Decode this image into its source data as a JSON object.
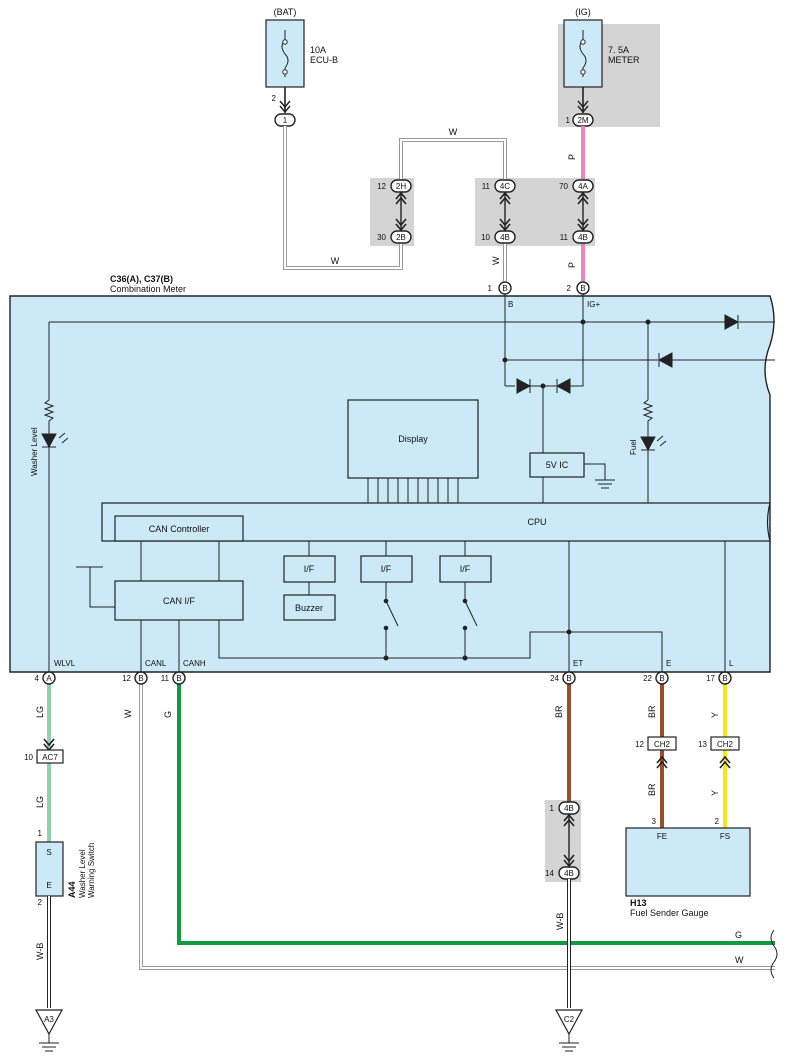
{
  "colors": {
    "meter_fill": "#cce9f7",
    "connector_shade": "#d4d4d4",
    "wire_pink": "#ee82bb",
    "wire_lightgreen": "#8fd3a8",
    "wire_green": "#119944",
    "wire_brown": "#9a4f2c",
    "wire_yellow": "#f4e71a",
    "wire_white": "#9a9a9a"
  },
  "fuses": {
    "bat": {
      "source": "(BAT)",
      "rating": "10A",
      "name": "ECU-B",
      "pin": "2",
      "connector": "1"
    },
    "ig": {
      "source": "(IG)",
      "rating": "7. 5A",
      "name": "METER",
      "pin": "1",
      "connector": "2M"
    }
  },
  "connectors": {
    "j2h": {
      "pin": "12",
      "id": "2H"
    },
    "j2b": {
      "pin": "30",
      "id": "2B"
    },
    "j4c": {
      "pin": "11",
      "id": "4C"
    },
    "j4b_top": {
      "pin": "10",
      "id": "4B"
    },
    "j4a": {
      "pin": "70",
      "id": "4A"
    },
    "j4b_ig": {
      "pin": "11",
      "id": "4B"
    },
    "j4b_a": {
      "pin": "1",
      "id": "4B"
    },
    "j4b_b": {
      "pin": "14",
      "id": "4B"
    },
    "ac7": {
      "pin": "10",
      "id": "AC7"
    },
    "ch2_fe": {
      "pin": "12",
      "id": "CH2"
    },
    "ch2_fs": {
      "pin": "13",
      "id": "CH2"
    }
  },
  "wire_colors": {
    "w": "W",
    "p": "P",
    "lg": "LG",
    "g": "G",
    "br": "BR",
    "y": "Y",
    "wb": "W-B"
  },
  "meter": {
    "id": "C36(A), C37(B)",
    "name": "Combination Meter",
    "terminals": {
      "b": {
        "pin": "1",
        "conn": "B",
        "label": "B"
      },
      "ig": {
        "pin": "2",
        "conn": "B",
        "label": "IG+"
      },
      "wlvl": {
        "pin": "4",
        "conn": "A",
        "label": "WLVL"
      },
      "canl": {
        "pin": "12",
        "conn": "B",
        "label": "CANL"
      },
      "canh": {
        "pin": "11",
        "conn": "B",
        "label": "CANH"
      },
      "et": {
        "pin": "24",
        "conn": "B",
        "label": "ET"
      },
      "e": {
        "pin": "22",
        "conn": "B",
        "label": "E"
      },
      "l": {
        "pin": "17",
        "conn": "B",
        "label": "L"
      }
    },
    "blocks": {
      "display": "Display",
      "ic": "5V IC",
      "cpu": "CPU",
      "can_controller": "CAN Controller",
      "can_if": "CAN I/F",
      "if": "I/F",
      "buzzer": "Buzzer"
    },
    "washer_level": "Washer Level",
    "fuel": "Fuel"
  },
  "switch": {
    "id": "A44",
    "name1": "Washer Level",
    "name2": "Warning Switch",
    "s": "S",
    "e": "E",
    "pin_top": "1",
    "pin_bottom": "2"
  },
  "sender": {
    "id": "H13",
    "name": "Fuel Sender Gauge",
    "fe": "FE",
    "fs": "FS",
    "pin_fe": "3",
    "pin_fs": "2"
  },
  "grounds": {
    "a3": "A3",
    "c2": "C2"
  }
}
